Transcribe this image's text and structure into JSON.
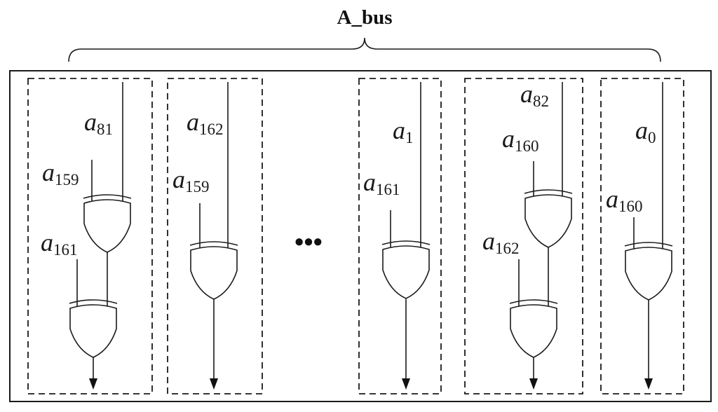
{
  "title": "A_bus",
  "ellipsis": "•••",
  "cells": [
    {
      "labels": [
        {
          "base": "a",
          "sub": "81"
        },
        {
          "base": "a",
          "sub": "159"
        },
        {
          "base": "a",
          "sub": "161"
        }
      ]
    },
    {
      "labels": [
        {
          "base": "a",
          "sub": "162"
        },
        {
          "base": "a",
          "sub": "159"
        }
      ]
    },
    {
      "labels": [
        {
          "base": "a",
          "sub": "1"
        },
        {
          "base": "a",
          "sub": "161"
        }
      ]
    },
    {
      "labels": [
        {
          "base": "a",
          "sub": "82"
        },
        {
          "base": "a",
          "sub": "160"
        },
        {
          "base": "a",
          "sub": "162"
        }
      ]
    },
    {
      "labels": [
        {
          "base": "a",
          "sub": "0"
        },
        {
          "base": "a",
          "sub": "160"
        }
      ]
    }
  ]
}
